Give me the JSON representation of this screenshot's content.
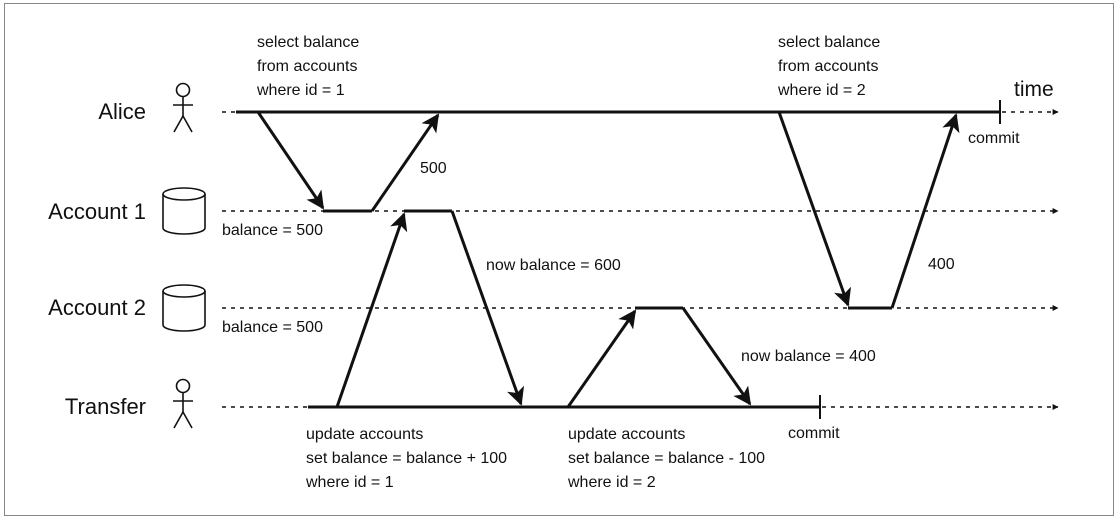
{
  "actors": {
    "alice": "Alice",
    "account1": "Account 1",
    "account2": "Account 2",
    "transfer": "Transfer"
  },
  "time_label": "time",
  "alice_query1": [
    "select balance",
    "from accounts",
    "where id = 1"
  ],
  "alice_query2": [
    "select balance",
    "from accounts",
    "where id = 2"
  ],
  "alice_commit": "commit",
  "transfer_commit": "commit",
  "value_500": "500",
  "value_400": "400",
  "account1_balance": "balance = 500",
  "account2_balance": "balance = 500",
  "account1_new_balance": "now balance = 600",
  "account2_new_balance": "now balance = 400",
  "transfer_update1": [
    "update accounts",
    "set balance = balance + 100",
    "where id = 1"
  ],
  "transfer_update2": [
    "update accounts",
    "set balance = balance - 100",
    "where id = 2"
  ],
  "colors": {
    "ink": "#111111",
    "frame": "#888888"
  },
  "icons": {
    "person": "person-icon",
    "database": "database-cylinder-icon"
  }
}
